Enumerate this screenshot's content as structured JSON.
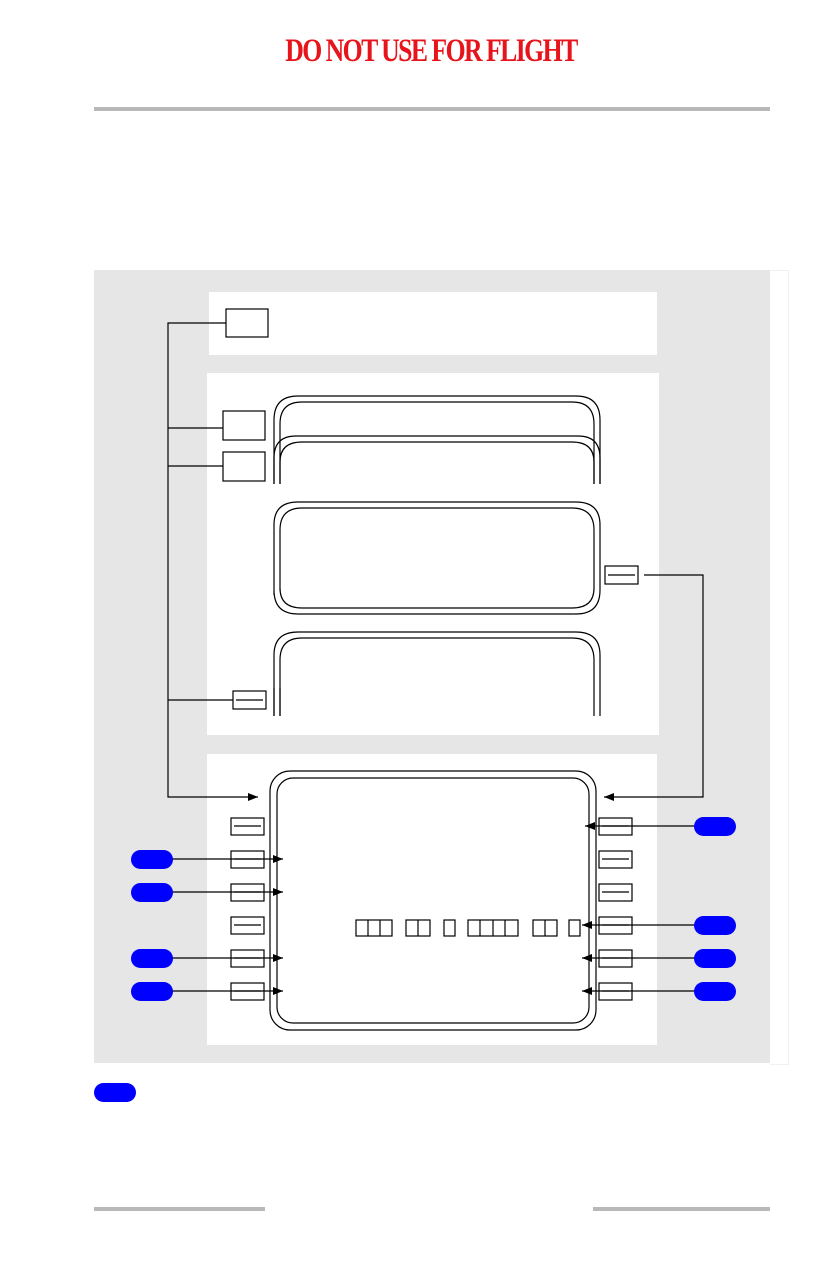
{
  "header": {
    "warning": "DO NOT USE FOR FLIGHT",
    "warning_color": "#e8141c"
  },
  "figure": {
    "background_color": "#e6e6e6",
    "callout_color": "#0000ff",
    "panels": [
      "top-panel",
      "middle-panel",
      "cdu-panel"
    ]
  },
  "legend": {
    "callout_color": "#0000ff"
  }
}
